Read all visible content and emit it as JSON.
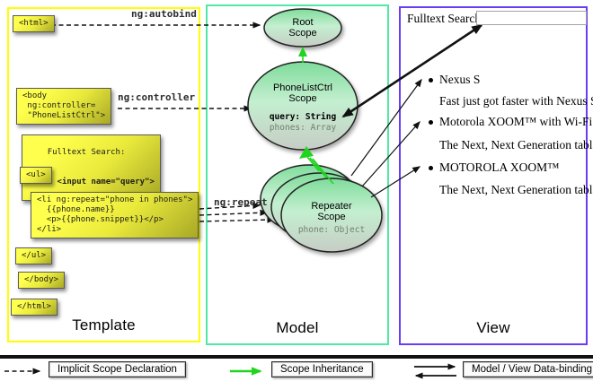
{
  "colors": {
    "template_border": "#ffff00",
    "model_border": "#4fe8a6",
    "view_border": "#6a3df5",
    "code_box_yellow": "#ffff4d",
    "scope_green_top": "#7edc9b",
    "scope_gray_bottom": "#c6cdc5",
    "green_arrow": "#21d421",
    "black_arrow": "#111111"
  },
  "panels": {
    "template": {
      "label": "Template"
    },
    "model": {
      "label": "Model"
    },
    "view": {
      "label": "View"
    }
  },
  "code_boxes": {
    "html_open": "<html>",
    "body_open": "<body\n ng:controller=\n \"PhoneListCtrl\">",
    "fulltext_label": "Fulltext Search:",
    "fulltext_input": "  <input name=\"query\">",
    "ul_open": "<ul>",
    "li_repeat": "<li ng:repeat=\"phone in phones\">\n  {{phone.name}}\n  <p>{{phone.snippet}}</p>\n</li>",
    "ul_close": "</ul>",
    "body_close": "</body>",
    "html_close": "</html>"
  },
  "arrow_labels": {
    "autobind": "ng:autobind",
    "controller": "ng:controller",
    "repeat": "ng:repeat"
  },
  "scopes": {
    "root": {
      "title": "Root\nScope"
    },
    "phonelist": {
      "title": "PhoneListCtrl\nScope",
      "prop1": "query: String",
      "prop2": "phones: Array"
    },
    "repeater": {
      "title": "Repeater\nScope",
      "prop1": "phone: Object"
    }
  },
  "view": {
    "search_label": "Fulltext Search:",
    "search_value": "",
    "items": [
      {
        "title": "Nexus S",
        "desc": "Fast just got faster with Nexus S."
      },
      {
        "title": "Motorola XOOM™ with Wi-Fi",
        "desc": "The Next, Next Generation tablet."
      },
      {
        "title": "MOTOROLA XOOM™",
        "desc": "The Next, Next Generation tablet."
      }
    ]
  },
  "legend": {
    "implicit": "Implicit Scope Declaration",
    "inheritance": "Scope Inheritance",
    "databinding": "Model / View Data-binding"
  }
}
